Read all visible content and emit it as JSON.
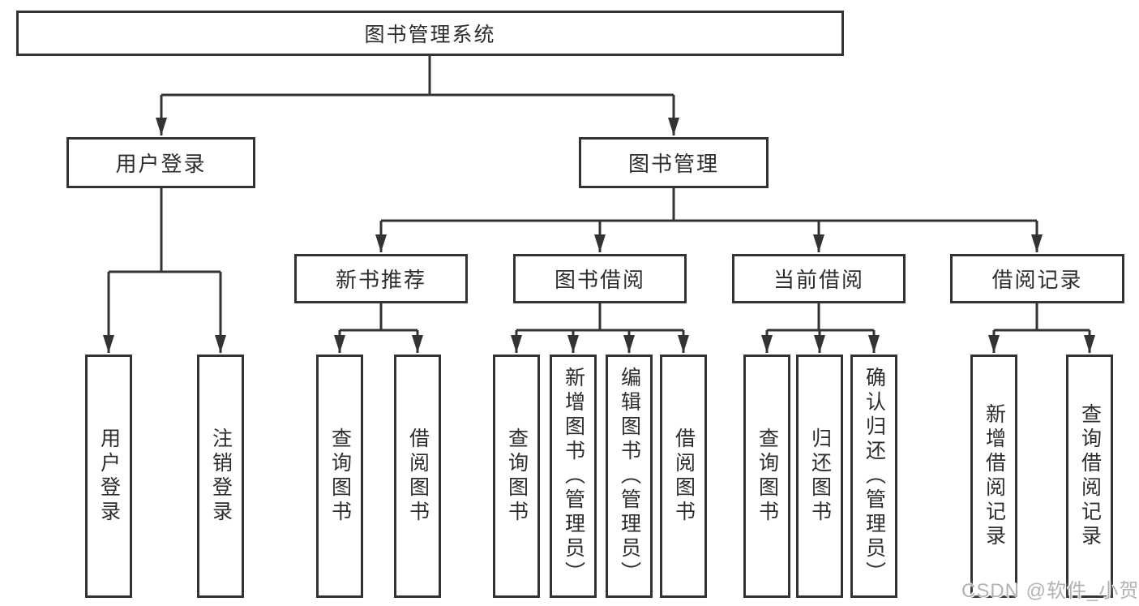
{
  "nodes": {
    "root": {
      "label": "图书管理系统"
    },
    "user_login": {
      "label": "用户登录"
    },
    "book_mgmt": {
      "label": "图书管理"
    },
    "new_books": {
      "label": "新书推荐"
    },
    "book_borrow": {
      "label": "图书借阅"
    },
    "current_borrow": {
      "label": "当前借阅"
    },
    "borrow_records": {
      "label": "借阅记录"
    }
  },
  "leaves": {
    "ul_login": {
      "label": "用户登录"
    },
    "ul_logout": {
      "label": "注销登录"
    },
    "nb_query": {
      "label": "查询图书"
    },
    "nb_borrow": {
      "label": "借阅图书"
    },
    "bb_query": {
      "label": "查询图书"
    },
    "bb_add": {
      "label": "新增图书（管理员）"
    },
    "bb_edit": {
      "label": "编辑图书（管理员）"
    },
    "bb_borrow": {
      "label": "借阅图书"
    },
    "cb_query": {
      "label": "查询图书"
    },
    "cb_return": {
      "label": "归还图书"
    },
    "cb_confirm": {
      "label": "确认归还（管理员）"
    },
    "br_add": {
      "label": "新增借阅记录"
    },
    "br_query": {
      "label": "查询借阅记录"
    }
  },
  "watermark": {
    "label": "CSDN @软件_小贺同学"
  },
  "colors": {
    "line": "#333333",
    "text": "#2d2d2d",
    "watermark_text": "#b3b3b3",
    "background": "#ffffff"
  }
}
